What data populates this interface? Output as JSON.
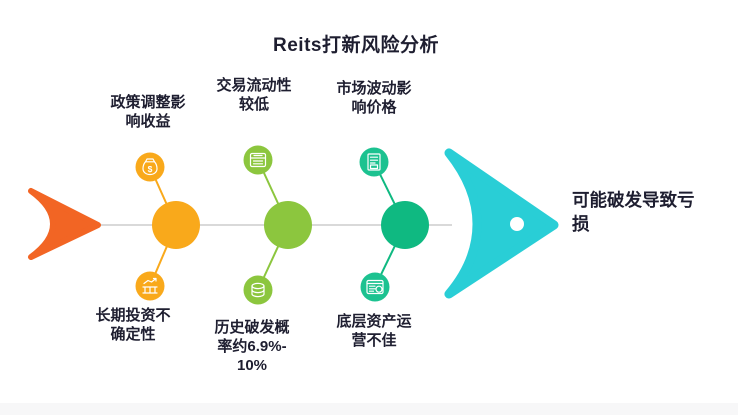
{
  "title": "Reits打新风险分析",
  "conclusion": "可能破发导致亏\n损",
  "branches": [
    {
      "id": "policy-adjustment",
      "side": "top",
      "label": "政策调整影\n响收益",
      "icon": "money-bag-icon"
    },
    {
      "id": "longterm-uncertainty",
      "side": "bottom",
      "label": "长期投资不\n确定性",
      "icon": "bank-growth-icon"
    },
    {
      "id": "low-liquidity",
      "side": "top",
      "label": "交易流动性\n较低",
      "icon": "cash-register-icon"
    },
    {
      "id": "break-probability",
      "side": "bottom",
      "label": "历史破发概\n率约6.9%-\n10%",
      "icon": "coins-icon"
    },
    {
      "id": "market-volatility",
      "side": "top",
      "label": "市场波动影\n响价格",
      "icon": "report-icon"
    },
    {
      "id": "poor-operation",
      "side": "bottom",
      "label": "底层资产运\n营不佳",
      "icon": "ledger-icon"
    }
  ],
  "icons": {
    "dollar": "$"
  },
  "colors": {
    "tail_arrow": "#F26524",
    "node_orange": "#F9A91B",
    "node_green": "#8CC63E",
    "node_emerald": "#0FB981",
    "satellite_emerald": "#1CC290",
    "head": "#29CED6",
    "spine": "#D9D9D9",
    "text": "#1E1E30",
    "background": "#FFFFFF",
    "footer_strip": "#F7F7F8"
  }
}
